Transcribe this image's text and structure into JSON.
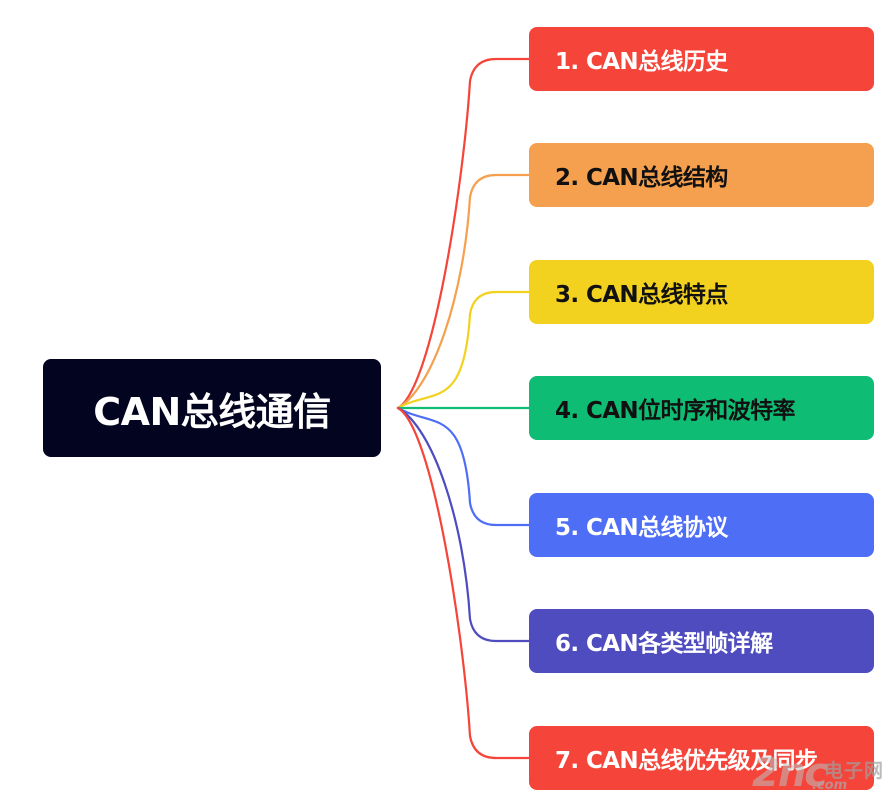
{
  "root": {
    "label": "CAN总线通信",
    "color": "#03041f"
  },
  "branches": [
    {
      "label": "1. CAN总线历史",
      "color": "#f5453a",
      "text_color": "#ffffff"
    },
    {
      "label": "2. CAN总线结构",
      "color": "#f5a04f",
      "text_color": "#111111"
    },
    {
      "label": "3. CAN总线特点",
      "color": "#f2d21e",
      "text_color": "#111111"
    },
    {
      "label": "4. CAN位时序和波特率",
      "color": "#0fbc74",
      "text_color": "#111111"
    },
    {
      "label": "5. CAN总线协议",
      "color": "#4e6ef5",
      "text_color": "#ffffff"
    },
    {
      "label": "6. CAN各类型帧详解",
      "color": "#4f4cbf",
      "text_color": "#ffffff"
    },
    {
      "label": "7. CAN总线优先级及同步",
      "color": "#f5453a",
      "text_color": "#ffffff"
    }
  ],
  "watermark": {
    "big_text": "2nc",
    "cn_text": "电子网",
    "url_text": ".com"
  }
}
